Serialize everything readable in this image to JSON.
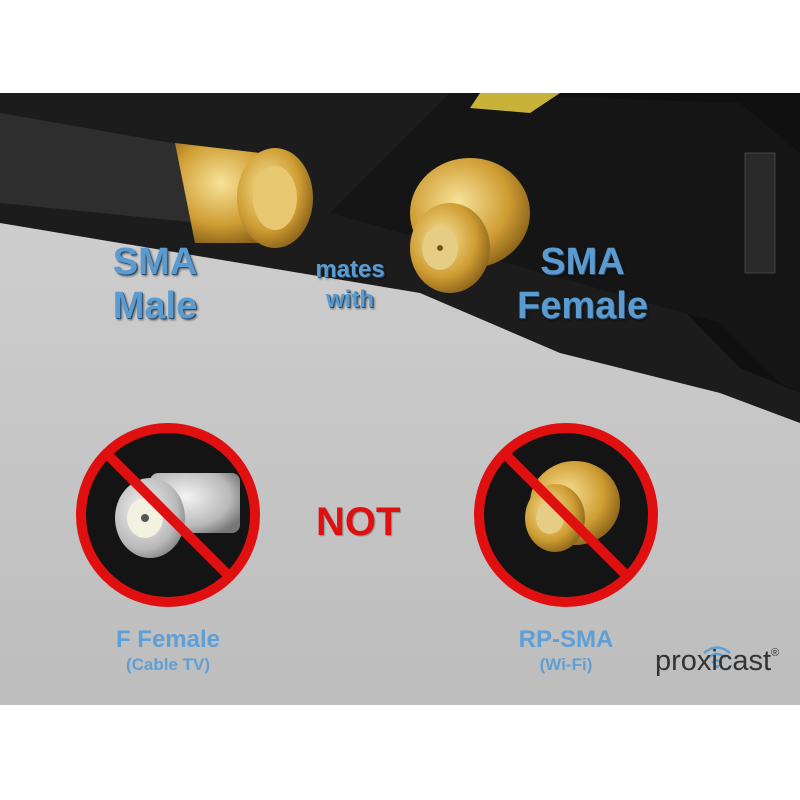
{
  "top": {
    "left_label": [
      "SMA",
      "Male"
    ],
    "middle_label": [
      "mates",
      "with"
    ],
    "right_label": [
      "SMA",
      "Female"
    ]
  },
  "bottom": {
    "not_label": "NOT",
    "left_item": {
      "name": "F Female",
      "note": "(Cable TV)"
    },
    "right_item": {
      "name": "RP-SMA",
      "note": "(Wi-Fi)"
    }
  },
  "brand": {
    "name": "proxicast",
    "mark": "®"
  },
  "colors": {
    "label_blue": "#5b9bd0",
    "prohibit_red": "#e01010",
    "background_gray": "#c8c8c8",
    "gold": "#d4a53a"
  },
  "icons": [
    "prohibited-sign-icon",
    "wifi-icon"
  ]
}
